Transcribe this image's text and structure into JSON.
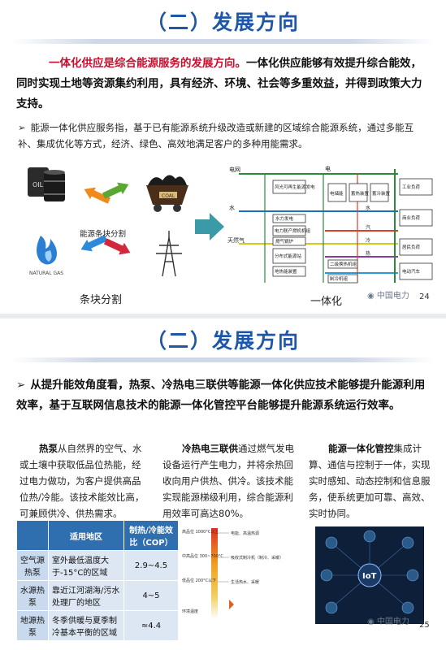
{
  "slide1": {
    "title": "（二）发展方向",
    "lead_red": "一体化供应是综合能源服务的发展方向。",
    "lead_rest": "一体化供应能够有效提升综合能效，同时实现土地等资源集约利用，具有经济、环境、社会等多重效益，并得到政策大力支持。",
    "bullet": "能源一体化供应服务指，基于已有能源系统升级改造或新建的区域综合能源系统，通过多能互补、集成优化等方式，经济、绿色、高效地满足客户的多种用能需求。",
    "left_image": {
      "center_label": "能源条块分割",
      "oil_label": "OIL",
      "gas_label": "NATURAL GAS",
      "coal_label": "COAL",
      "caption": "条块分割"
    },
    "diagram": {
      "inputs": [
        "电网",
        "水",
        "天然气"
      ],
      "top_arrow_label": "电",
      "sources": [
        "风光可再生能源发电",
        "水力发电",
        "电力联产燃机机组",
        "燃气锅炉",
        "分布式能源站",
        "地热能装置"
      ],
      "converters": [
        "电储能",
        "蓄热装置",
        "蓄冷装置",
        "二级换热机组",
        "制冷机组"
      ],
      "flows": [
        "水",
        "汽",
        "冷",
        "热"
      ],
      "loads": [
        "工业负荷",
        "商业负荷",
        "居民负荷",
        "电动汽车"
      ],
      "caption": "一体化"
    },
    "watermark": "中国电力",
    "page": "24"
  },
  "slide2": {
    "title": "（二）发展方向",
    "lead": "从提升能效角度看，热泵、冷热电三联供等能源一体化供应技术能够提升能源利用效率，基于互联网信息技术的能源一体化管控平台能够提升能源系统运行效率。",
    "col1_bold": "热泵",
    "col1_rest": "从自然界的空气、水或土壤中获取低品位热能，经过电力做功，为客户提供高品位热/冷能。该技术能效比高，可兼顾供冷、供热需求。",
    "col2_bold": "冷热电三联供",
    "col2_rest": "通过燃气发电设备运行产生电力，并将余热回收向用户供热、供冷。该技术能实现能源梯级利用，综合能源利用效率可高达80%。",
    "col3_bold": "能源一体化管控",
    "col3_rest": "集成计算、通信与控制于一体，实现实时感知、动态控制和信息服务，使系统更加可靠、高效、实时协同。",
    "table": {
      "headers": [
        "",
        "适用地区",
        "制热/冷能效比（COP）"
      ],
      "rows": [
        {
          "type": "空气源热泵",
          "region": "室外最低温度大于-15°C的区域",
          "cop": "2.9~4.5"
        },
        {
          "type": "水源热泵",
          "region": "靠近江河湖海/污水处理厂的地区",
          "cop": "4~5"
        },
        {
          "type": "地源热泵",
          "region": "冬季供暖与夏季制冷基本平衡的区域",
          "cop": "≈4.4"
        }
      ]
    },
    "cascade": {
      "levels": [
        "高品位 1000°C以上",
        "中高品位 300~700°C",
        "低品位 200°C以下",
        "环境温度"
      ],
      "uses": [
        "电能、高温热源",
        "吸收式制冷机（制冷、采暖）",
        "生活热水、采暖",
        ""
      ]
    },
    "iot_label": "IoT",
    "watermark": "中国电力",
    "page": "25"
  },
  "colors": {
    "title_blue": "#1e56a8",
    "lead_red": "#c8102e"
  }
}
